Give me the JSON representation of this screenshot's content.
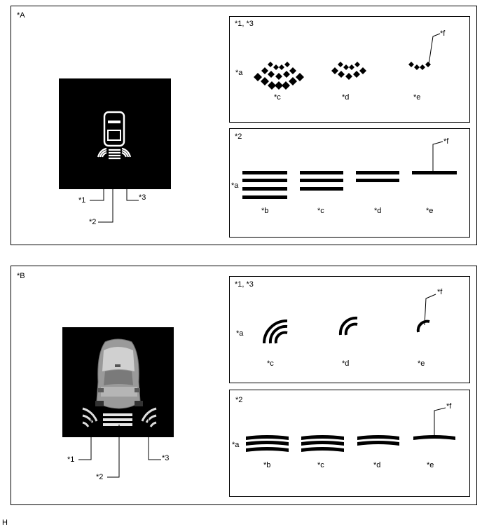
{
  "section_a": {
    "label": "*A",
    "callouts": {
      "c1": "*1",
      "c2": "*2",
      "c3": "*3"
    },
    "panel_side": {
      "title": "*1, *3",
      "a": "*a",
      "c": "*c",
      "d": "*d",
      "e": "*e",
      "f": "*f"
    },
    "panel_center": {
      "title": "*2",
      "a": "*a",
      "b": "*b",
      "c": "*c",
      "d": "*d",
      "e": "*e",
      "f": "*f"
    }
  },
  "section_b": {
    "label": "*B",
    "callouts": {
      "c1": "*1",
      "c2": "*2",
      "c3": "*3"
    },
    "panel_side": {
      "title": "*1, *3",
      "a": "*a",
      "c": "*c",
      "d": "*d",
      "e": "*e",
      "f": "*f"
    },
    "panel_center": {
      "title": "*2",
      "a": "*a",
      "b": "*b",
      "c": "*c",
      "d": "*d",
      "e": "*e",
      "f": "*f"
    }
  },
  "footer": {
    "code": "H"
  },
  "colors": {
    "background": "#000000",
    "line": "#000000",
    "sensor": "#ffffff"
  }
}
